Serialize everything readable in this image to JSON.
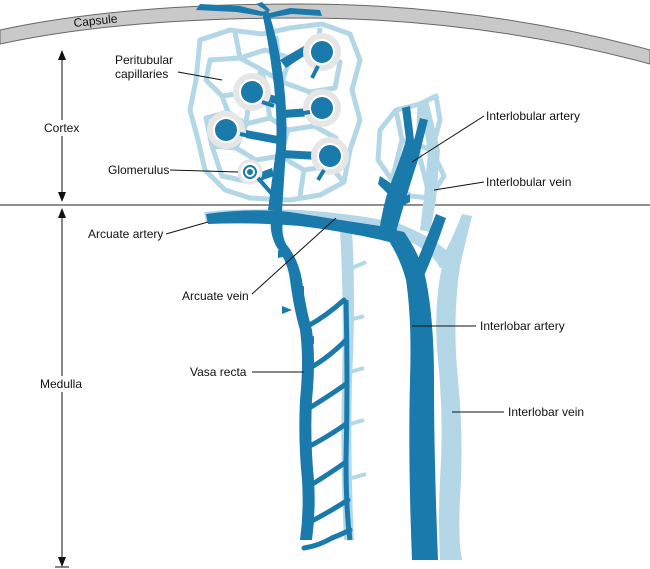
{
  "labels": {
    "capsule": "Capsule",
    "peritubular_capillaries_line1": "Peritubular",
    "peritubular_capillaries_line2": "capillaries",
    "cortex": "Cortex",
    "glomerulus": "Glomerulus",
    "arcuate_artery": "Arcuate artery",
    "arcuate_vein": "Arcuate vein",
    "medulla": "Medulla",
    "vasa_recta": "Vasa recta",
    "interlobular_artery": "Interlobular artery",
    "interlobular_vein": "Interlobular vein",
    "interlobar_artery": "Interlobar artery",
    "interlobar_vein": "Interlobar vein"
  },
  "colors": {
    "artery": "#1a7aab",
    "vein": "#b4d7e8",
    "capsule_fill": "#c9c9c9",
    "capsule_stroke": "#666666",
    "glomerulus_ring": "#e6e6e6"
  }
}
